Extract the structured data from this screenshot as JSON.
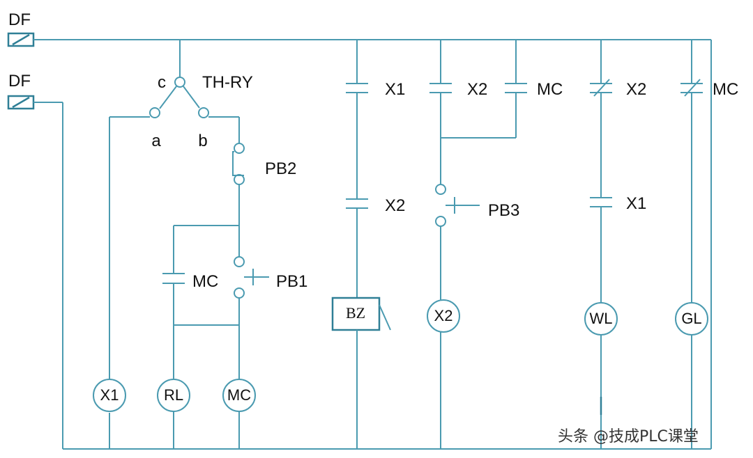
{
  "supplies": [
    {
      "id": "df1",
      "label": "DF"
    },
    {
      "id": "df2",
      "label": "DF"
    }
  ],
  "selector": {
    "name": "TH-RY",
    "common": "c",
    "pos_a": "a",
    "pos_b": "b"
  },
  "contacts": {
    "x1_no_bz": "X1",
    "x2_no_bz": "X2",
    "x2_no_hold": "X2",
    "mc_no_hold": "MC",
    "x2_nc_wl": "X2",
    "mc_nc_gl": "MC",
    "x1_no_wl": "X1",
    "mc_no_rl": "MC"
  },
  "buttons": {
    "pb1": "PB1",
    "pb2": "PB2",
    "pb3": "PB3"
  },
  "loads": {
    "x1": "X1",
    "rl": "RL",
    "mc": "MC",
    "bz": "BZ",
    "x2": "X2",
    "wl": "WL",
    "gl": "GL"
  },
  "watermark": "头条 @技成PLC课堂"
}
